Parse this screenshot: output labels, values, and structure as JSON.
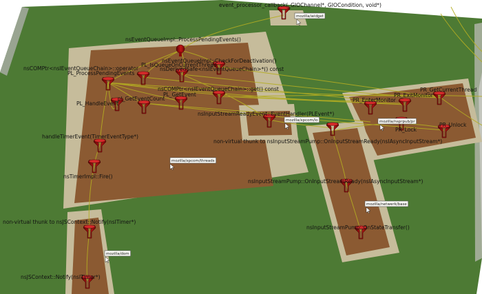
{
  "colors": {
    "background": "#ffffff",
    "ground": "#4d7a34",
    "package_tile": "#c6bc9b",
    "module_tile": "#8b5a32",
    "node": "#a00d0d",
    "edge": "#b4ad22"
  },
  "packages": [
    {
      "id": "gtk",
      "label": "mozilla/widget"
    },
    {
      "id": "xpcom_threads",
      "label": "mozilla/xpcom/threads"
    },
    {
      "id": "xpcom_io",
      "label": "mozilla/xpcom/io"
    },
    {
      "id": "nsprpub",
      "label": "mozilla/nsprpub/pr"
    },
    {
      "id": "netwerk",
      "label": "mozilla/netwerk/base"
    },
    {
      "id": "dom",
      "label": "mozilla/dom"
    }
  ],
  "functions": [
    {
      "id": "event_processor",
      "label": "event_processor_callback(_GIOChannel*, GIOCondition, void*)"
    },
    {
      "id": "process_pending",
      "label": "nsEventQueueImpl::ProcessPendingEvents()"
    },
    {
      "id": "check_deact",
      "label": "nsEventQueueImpl::CheckForDeactivation()"
    },
    {
      "id": "is_queue_on_thread",
      "label": "PL_IsQueueOnCurrentThread"
    },
    {
      "id": "deref_safe",
      "label": "nsDerivedSafe<nsIEventQueueChain>*() const"
    },
    {
      "id": "comptr_operator",
      "label": "nsCOMPtr<nsIEventQueueChain>::operator"
    },
    {
      "id": "pl_process",
      "label": "PL_ProcessPendingEvents"
    },
    {
      "id": "comptr_get",
      "label": "nsCOMPtr<nsIEventQueueChain>::get() const"
    },
    {
      "id": "get_event_count",
      "label": "_pl_GetEventCount"
    },
    {
      "id": "pl_get_event",
      "label": "PL_GetEvent"
    },
    {
      "id": "pl_handle_event",
      "label": "PL_HandleEvent"
    },
    {
      "id": "handle_timer",
      "label": "handleTimerEvent(TimerEventType*)"
    },
    {
      "id": "timer_fire",
      "label": "nsTimerImpl::Fire()"
    },
    {
      "id": "ready_handler",
      "label": "nsInputStreamReadyEvent::EventHandler(PLEvent*)"
    },
    {
      "id": "thunk_ready",
      "label": "non-virtual thunk to nsInputStreamPump::OnInputStreamReady(nsIAsyncInputStream*)"
    },
    {
      "id": "pump_ready",
      "label": "nsInputStreamPump::OnInputStreamReady(nsIAsyncInputStream*)"
    },
    {
      "id": "pump_state",
      "label": "nsInputStreamPump::OnStateTransfer()"
    },
    {
      "id": "thunk_notify",
      "label": "non-virtual thunk to nsJSContext::Notify(nsITimer*)"
    },
    {
      "id": "js_notify",
      "label": "nsJSContext::Notify(nsITimer*)"
    },
    {
      "id": "pr_get_thread",
      "label": "PR_GetCurrentThread"
    },
    {
      "id": "pr_exit_monitor",
      "label": "PR_ExitMonitor"
    },
    {
      "id": "pr_enter_monitor",
      "label": "PR_EnterMonitor"
    },
    {
      "id": "pr_lock",
      "label": "PR_Lock"
    },
    {
      "id": "pr_unlock",
      "label": "PR_Unlock"
    }
  ]
}
